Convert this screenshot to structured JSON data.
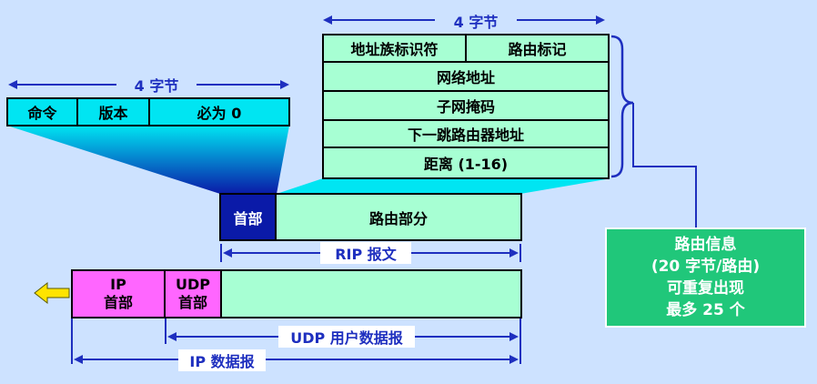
{
  "colors": {
    "background": "#cde2ff",
    "mint": "#a7ffd3",
    "cyan": "#00e5f2",
    "navy": "#0a1aa8",
    "magenta": "#ff66ff",
    "green_box": "#20c77a",
    "arrow_yellow": "#ffe400",
    "dim_line": "#1e2fbf"
  },
  "rip_header": {
    "width_label": "4 字节",
    "fields": [
      "命令",
      "版本",
      "必为 0"
    ]
  },
  "route_entry": {
    "width_label": "4 字节",
    "row1": [
      "地址族标识符",
      "路由标记"
    ],
    "rows": [
      "网络地址",
      "子网掩码",
      "下一跳路由器地址",
      "距离 (1-16)"
    ]
  },
  "rip_message": {
    "header_label": "首部",
    "routing_label": "路由部分",
    "span_label": "RIP 报文"
  },
  "ip_datagram": {
    "ip_header_label": [
      "IP",
      "首部"
    ],
    "udp_header_label": [
      "UDP",
      "首部"
    ],
    "udp_span_label": "UDP 用户数据报",
    "ip_span_label": "IP 数据报"
  },
  "route_info": {
    "lines": [
      "路由信息",
      "(20 字节/路由)",
      "可重复出现",
      "最多 25 个"
    ]
  }
}
